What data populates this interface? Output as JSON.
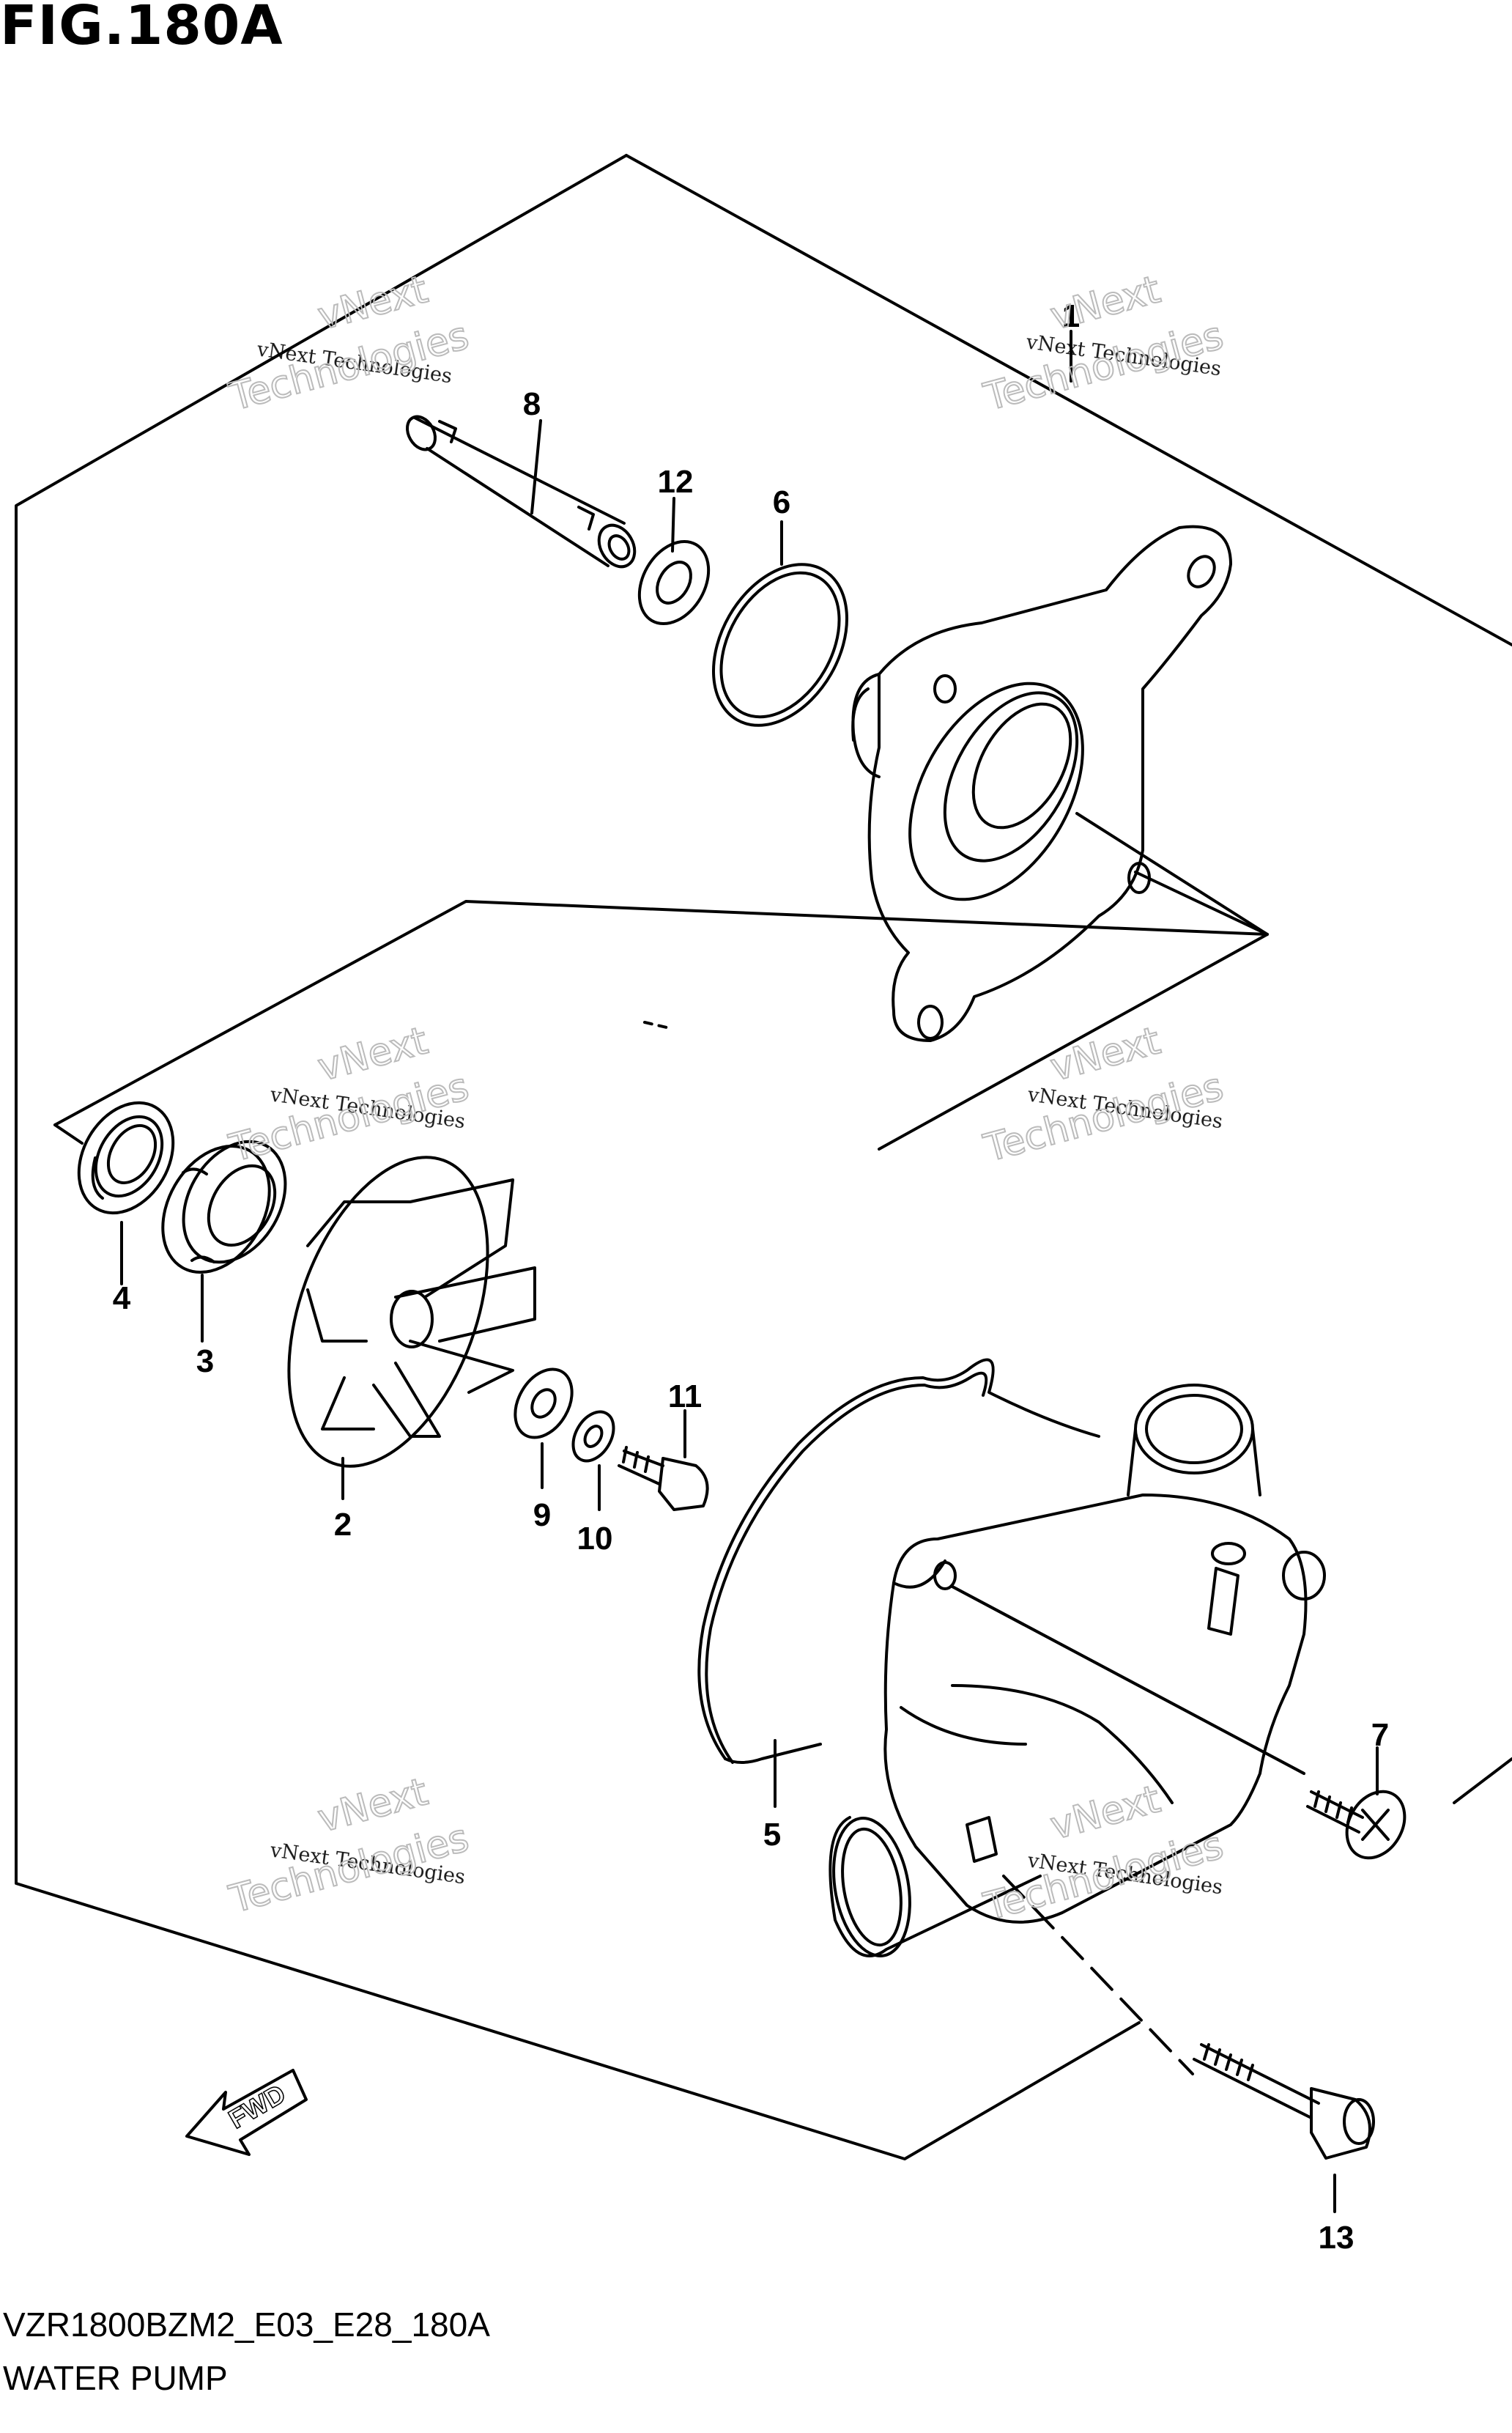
{
  "figure": {
    "title": "FIG.180A",
    "code": "VZR1800BZM2_E03_E28_180A",
    "name": "WATER PUMP"
  },
  "callouts": [
    "1",
    "2",
    "3",
    "4",
    "5",
    "6",
    "7",
    "8",
    "9",
    "10",
    "11",
    "12",
    "13"
  ],
  "watermark": {
    "line1": "vNext Technologies",
    "line2": "vNext",
    "line3": "Technologies"
  },
  "fwd_label": "FWD"
}
